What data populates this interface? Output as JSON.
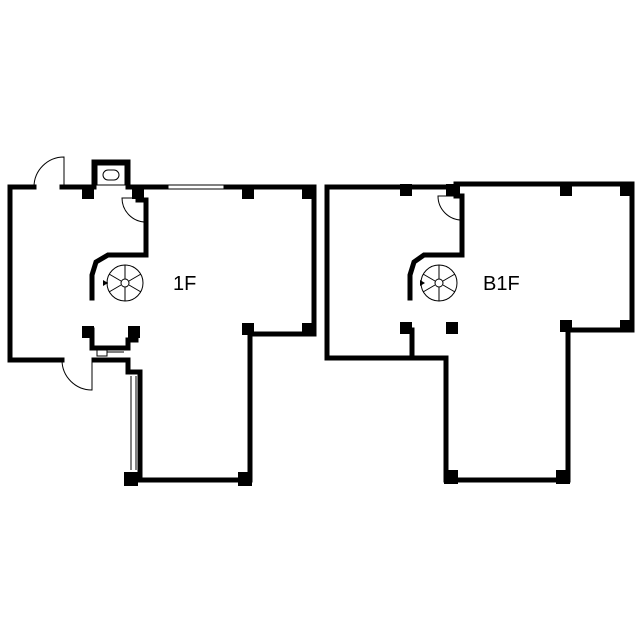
{
  "floors": [
    {
      "id": "first",
      "label": "1F"
    },
    {
      "id": "basement",
      "label": "B1F"
    }
  ]
}
